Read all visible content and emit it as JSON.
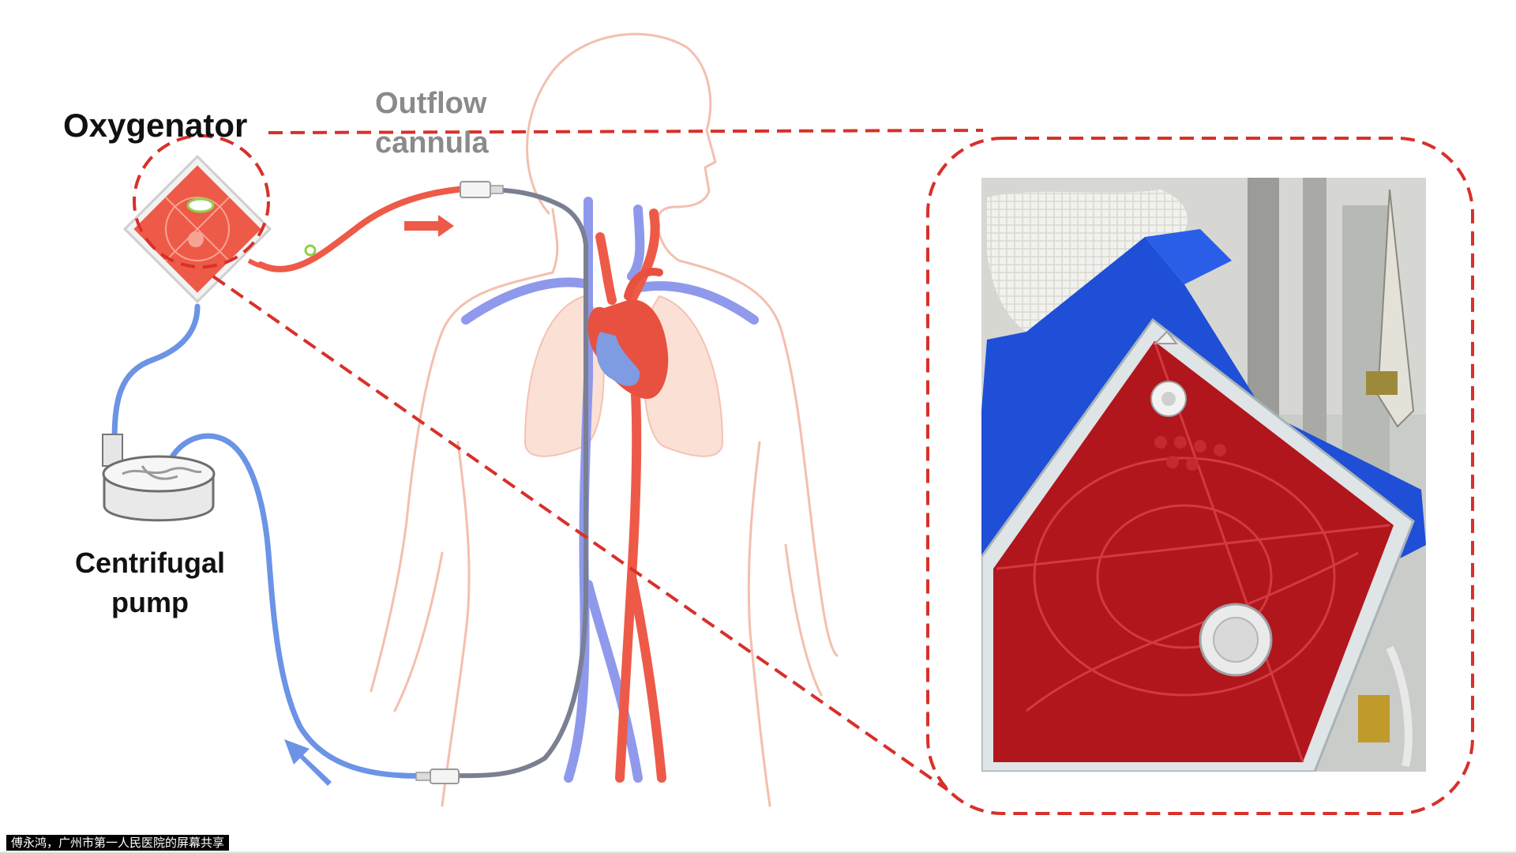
{
  "labels": {
    "oxygenator": "Oxygenator",
    "outflow_line1": "Outflow",
    "outflow_line2": "cannula",
    "pump_line1": "Centrifugal",
    "pump_line2": "pump"
  },
  "screen_share_banner": "傅永鸿，广州市第一人民医院的屏幕共享",
  "colors": {
    "callout_dash": "#d8302a",
    "oxygenated_blood": "#ee5a48",
    "venous_blood": "#7b8fe6",
    "body_outline": "#f4bfae",
    "lung_fill": "#fbe0d6",
    "heart": "#e8503f",
    "photo_blue_housing": "#1f4fd6",
    "photo_blood": "#b0161c"
  },
  "icons": [
    "flow-arrow-right-icon",
    "flow-arrow-up-left-icon"
  ]
}
